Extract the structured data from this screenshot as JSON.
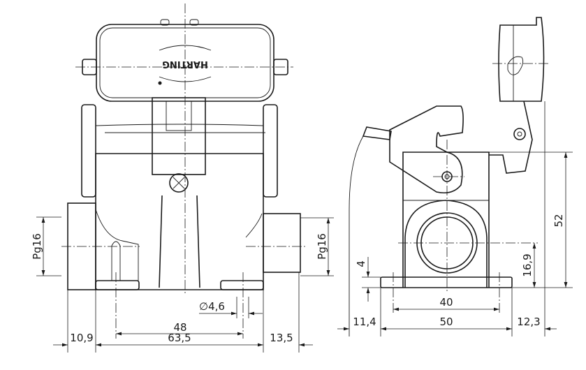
{
  "logo_text": "HARTING",
  "front_view": {
    "dimensions": {
      "left_gland_offset": "10,9",
      "body_width": "63,5",
      "right_gland_offset": "13,5",
      "hole_spacing": "48",
      "hole_diameter": "∅4,6",
      "thread_left": "Pg16",
      "thread_right": "Pg16"
    }
  },
  "side_view": {
    "dimensions": {
      "left_offset": "11,4",
      "base_width": "50",
      "right_offset": "12,3",
      "hole_spacing": "40",
      "flange_height": "4",
      "entry_height": "16,9",
      "overall_height": "52"
    }
  }
}
